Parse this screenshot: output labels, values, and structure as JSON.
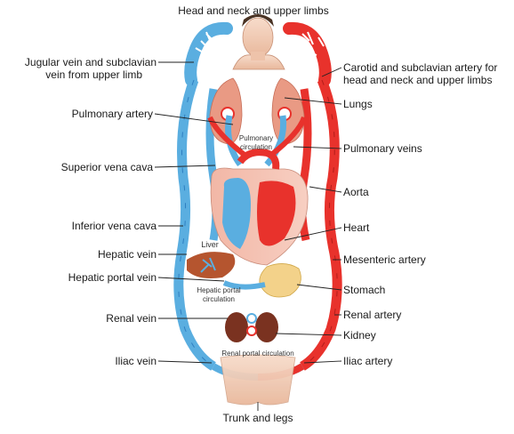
{
  "labels": {
    "top": "Head and neck and upper limbs",
    "bottom": "Trunk and legs",
    "left": [
      "Jugular vein and subclavian",
      "vein from upper limb",
      "Pulmonary artery",
      "Superior vena cava",
      "Inferior vena cava",
      "Hepatic vein",
      "Hepatic portal vein",
      "Renal vein",
      "Iliac vein"
    ],
    "right": [
      "Carotid and subclavian artery for",
      "head and neck and upper limbs",
      "Lungs",
      "Pulmonary veins",
      "Aorta",
      "Heart",
      "Mesenteric artery",
      "Stomach",
      "Renal artery",
      "Kidney",
      "Iliac artery"
    ],
    "inner": {
      "pulmonary_circulation_1": "Pulmonary",
      "pulmonary_circulation_2": "circulation",
      "liver": "Liver",
      "hepatic_portal_1": "Hepatic portal",
      "hepatic_portal_2": "circulation",
      "renal_portal": "Renal portal circulation"
    }
  },
  "colors": {
    "vein_blue": "#5aaee0",
    "vein_dark": "#2f7fc1",
    "artery_red": "#e8322c",
    "artery_dark": "#b31d1a",
    "skin": "#f3d2bc",
    "lung": "#e99a84",
    "liver": "#b5552f",
    "kidney": "#7a3220",
    "stomach": "#f3d28a"
  }
}
